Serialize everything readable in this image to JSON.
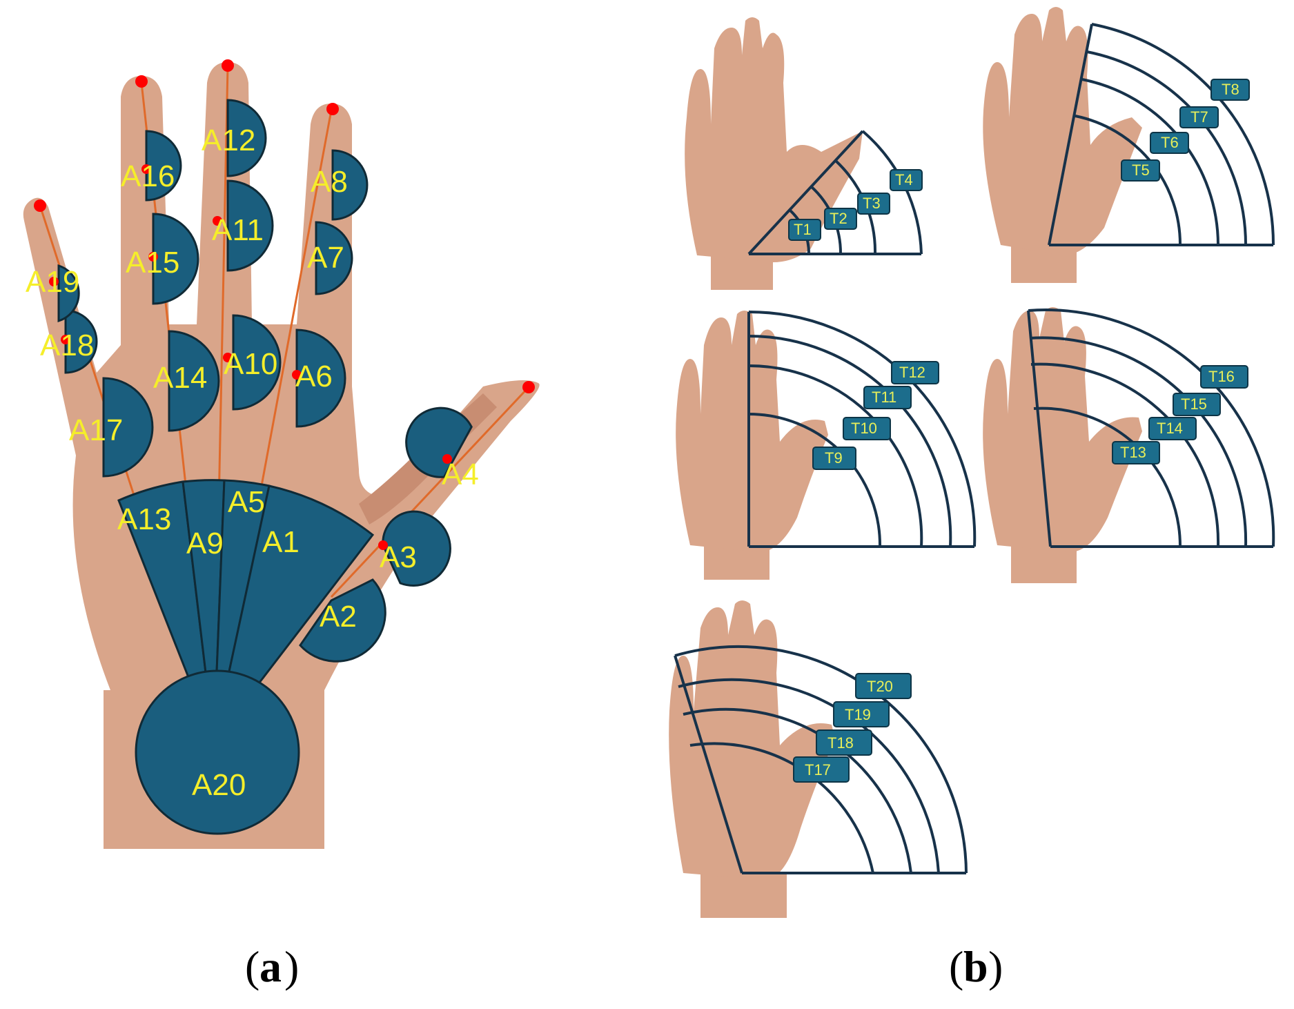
{
  "panel_a": {
    "caption_open": "(",
    "caption_letter": "a",
    "caption_close": ")",
    "regions": [
      "A1",
      "A2",
      "A3",
      "A4",
      "A5",
      "A6",
      "A7",
      "A8",
      "A9",
      "A10",
      "A11",
      "A12",
      "A13",
      "A14",
      "A15",
      "A16",
      "A17",
      "A18",
      "A19",
      "A20"
    ]
  },
  "panel_b": {
    "caption_open": "(",
    "caption_letter": "b",
    "caption_close": ")",
    "tags": [
      "T1",
      "T2",
      "T3",
      "T4",
      "T5",
      "T6",
      "T7",
      "T8",
      "T9",
      "T10",
      "T11",
      "T12",
      "T13",
      "T14",
      "T15",
      "T16",
      "T17",
      "T18",
      "T19",
      "T20"
    ]
  },
  "colors": {
    "region_fill": "#1a5e7e",
    "region_label": "#f5ee2a",
    "landmark": "#ff0000",
    "bone_line": "#e06a2a"
  }
}
